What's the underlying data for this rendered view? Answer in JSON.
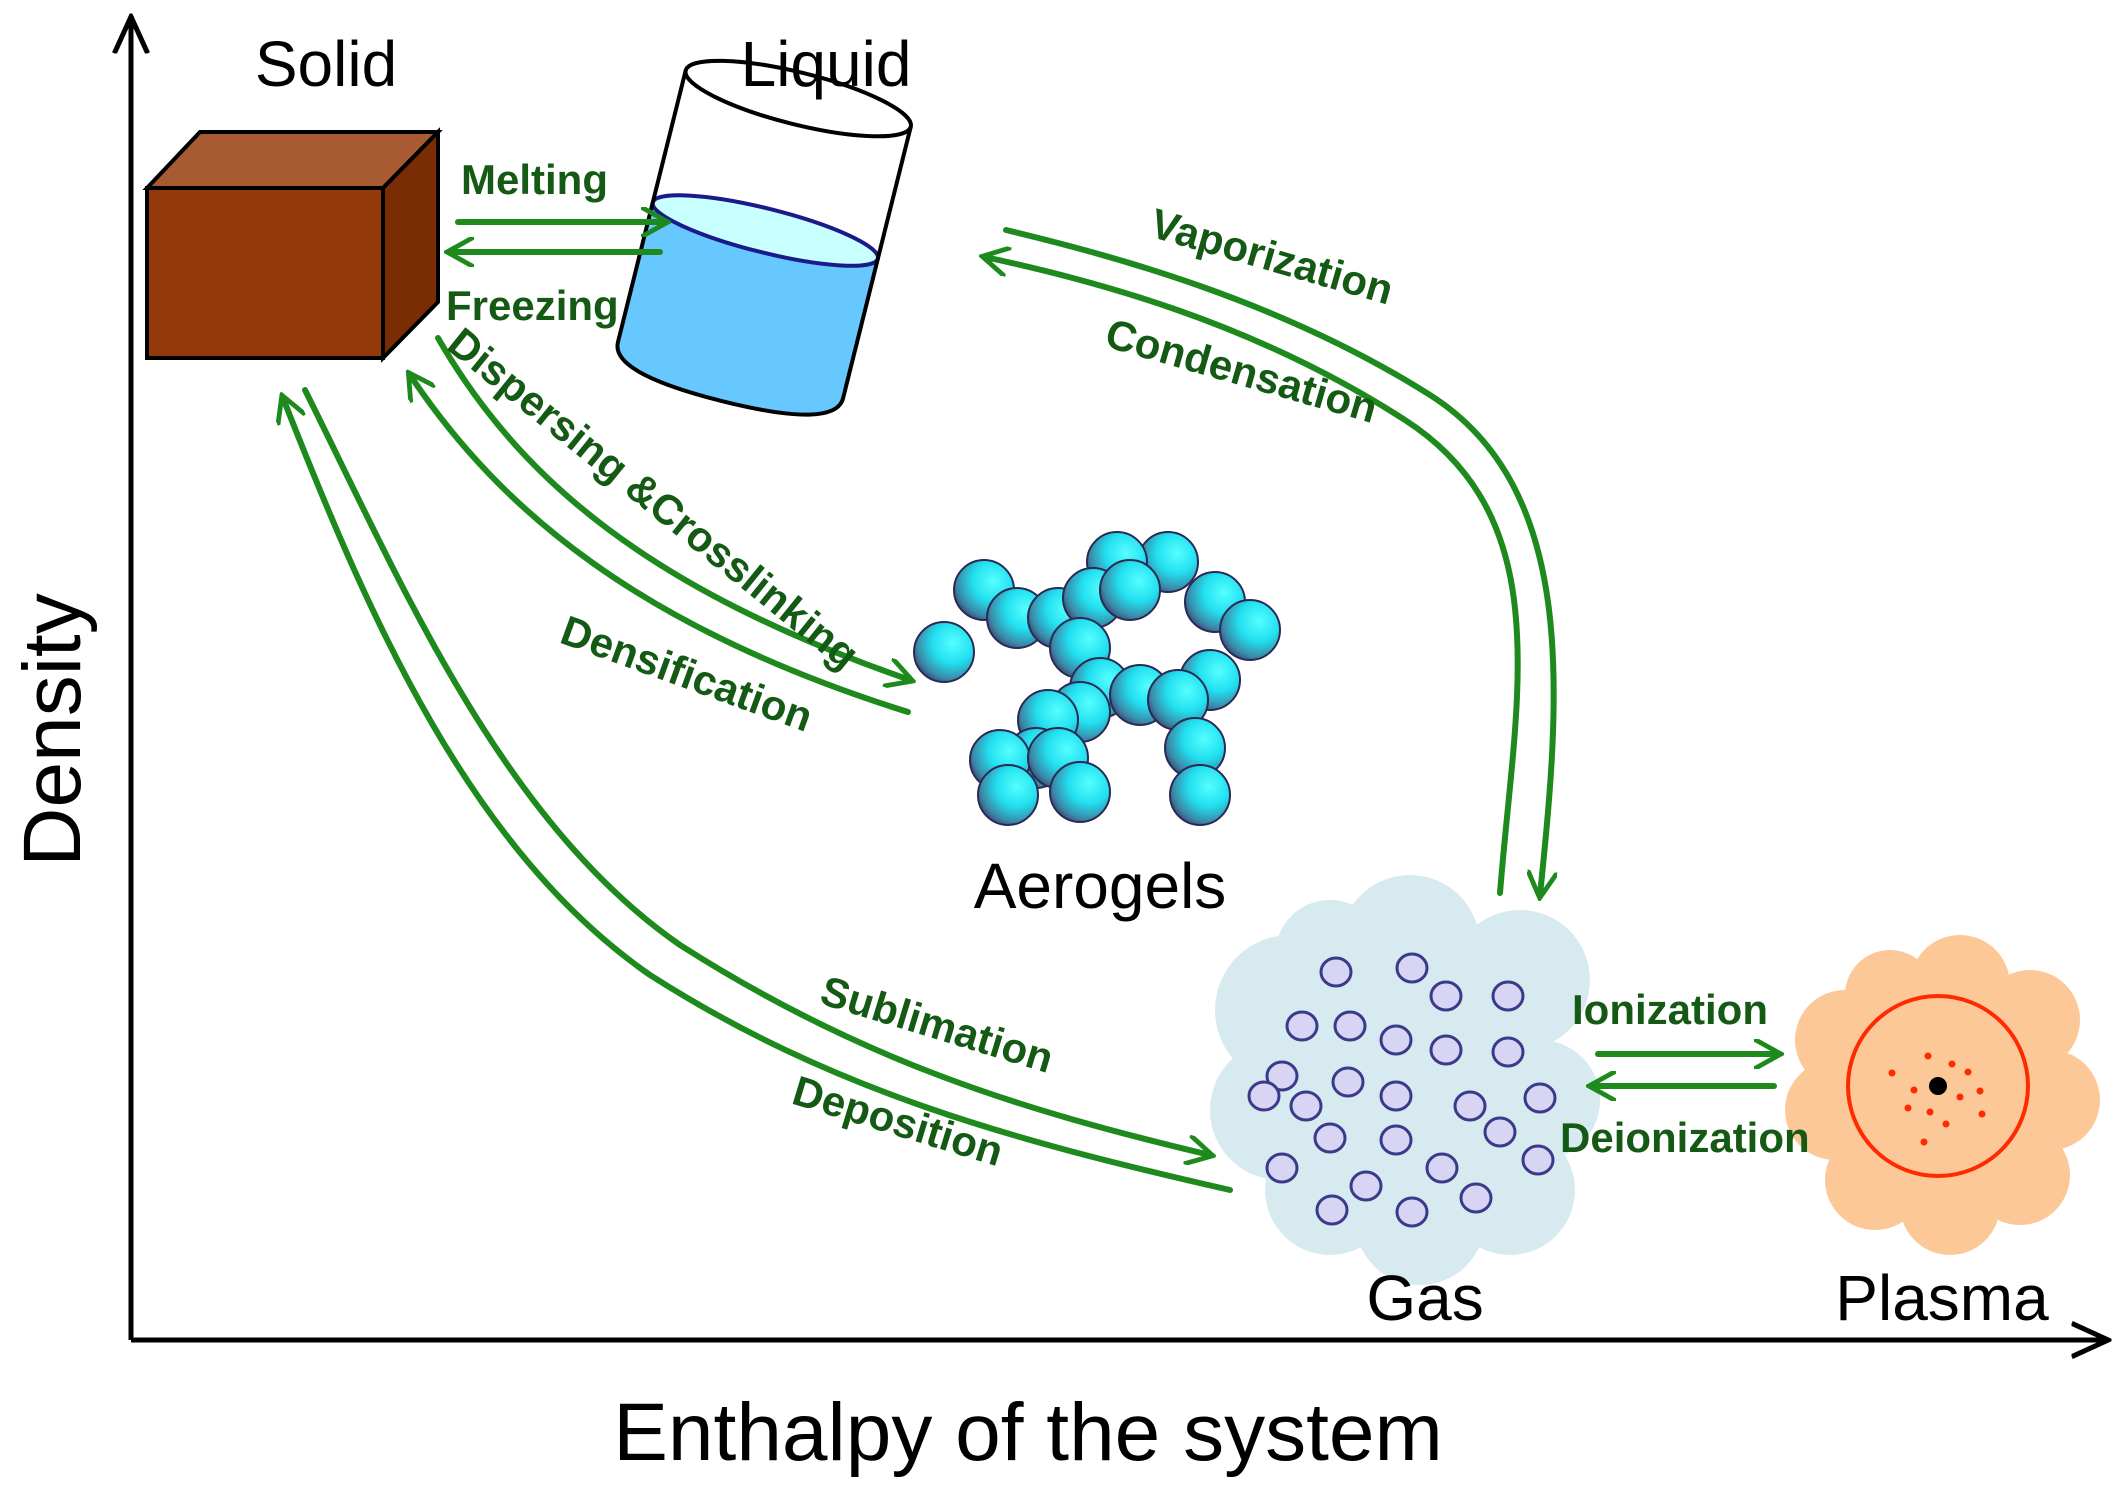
{
  "axes": {
    "x_label": "Enthalpy of the system",
    "y_label": "Density"
  },
  "states": {
    "solid": "Solid",
    "liquid": "Liquid",
    "aerogels": "Aerogels",
    "gas": "Gas",
    "plasma": "Plasma"
  },
  "processes": {
    "melting": "Melting",
    "freezing": "Freezing",
    "vaporization": "Vaporization",
    "condensation": "Condensation",
    "dispersing": "Dispersing &Crosslinking",
    "densification": "Densification",
    "sublimation": "Sublimation",
    "deposition": "Deposition",
    "ionization": "Ionization",
    "deionization": "Deionization"
  },
  "colors": {
    "arrow": "#1e8a1e",
    "process_text": "#145a14",
    "solid_front": "#943a0a",
    "solid_top": "#a85a32",
    "solid_side": "#7a2c05",
    "water": "#66c8ff",
    "water_surface": "#c8ffff",
    "sphere": "#22e0f0",
    "gas_cloud": "#d6eaf0",
    "gas_particle": "#d8d4f4",
    "plasma_cloud": "#fcc898",
    "plasma_ring": "#ff2a00"
  }
}
